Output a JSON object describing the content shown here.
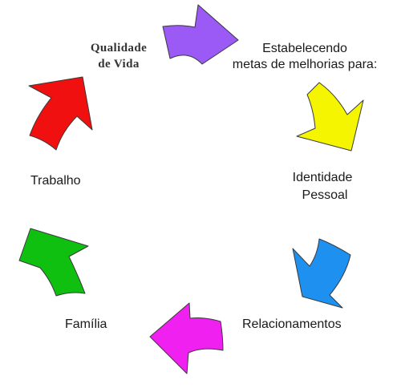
{
  "labels": {
    "qualidade_line1": "Qualidade",
    "qualidade_line2": "de Vida",
    "estabelecendo_line1": "Estabelecendo",
    "estabelecendo_line2": "metas de melhorias para:",
    "identidade_line1": "Identidade",
    "identidade_line2": "Pessoal",
    "relacionamentos": "Relacionamentos",
    "familia": "Família",
    "trabalho": "Trabalho"
  },
  "arrows": [
    {
      "name": "arrow-purple",
      "color": "#9b59f5"
    },
    {
      "name": "arrow-yellow",
      "color": "#f5f500"
    },
    {
      "name": "arrow-blue",
      "color": "#1e90f0"
    },
    {
      "name": "arrow-magenta",
      "color": "#f020f0"
    },
    {
      "name": "arrow-green",
      "color": "#10c010"
    },
    {
      "name": "arrow-red",
      "color": "#f01010"
    }
  ],
  "colors": {
    "background": "#ffffff",
    "outline": "#3a3a3a"
  }
}
